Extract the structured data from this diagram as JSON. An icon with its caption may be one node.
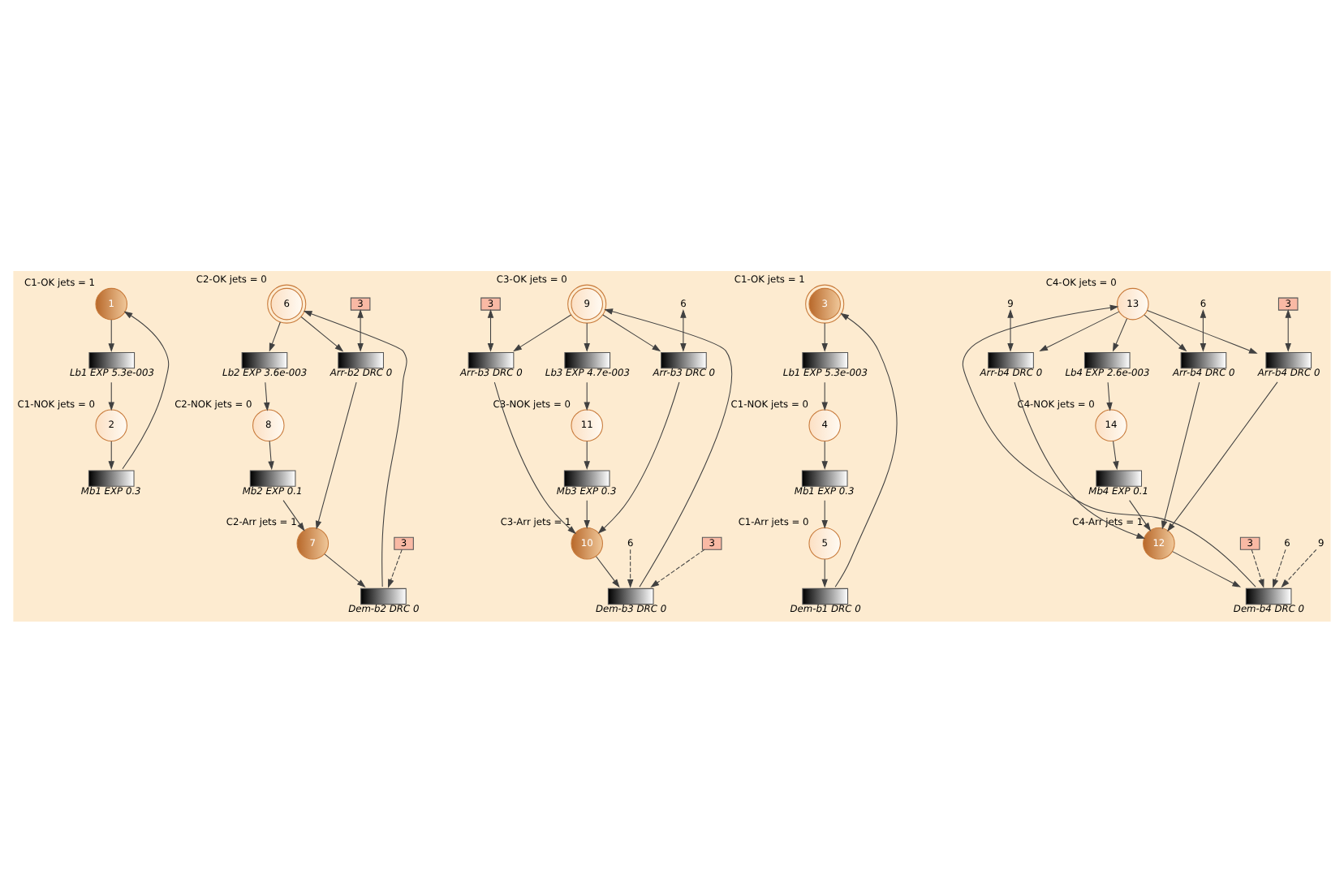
{
  "diagram": {
    "nodes": [
      {
        "text": [
          "Lb1 EXP 5.3e-003"
        ]
      },
      {
        "text": [
          "1"
        ],
        "beside": [
          "C1-OK jets = 1"
        ]
      },
      {
        "text": [
          "2"
        ],
        "beside": [
          "C1-NOK jets = 0"
        ]
      },
      {
        "text": [
          "Mb1 EXP 0.3"
        ]
      },
      {
        "text": [
          "Lb2 EXP 3.6e-003"
        ]
      },
      {
        "text": [
          "6"
        ],
        "beside": [
          "C2-OK jets = 0"
        ]
      },
      {
        "text": [
          "8"
        ],
        "beside": [
          "C2-NOK jets = 0"
        ]
      },
      {
        "text": [
          "3"
        ]
      },
      {
        "text": [
          "Dem-b2 DRC 0"
        ]
      },
      {
        "text": [
          "3"
        ]
      },
      {
        "text": [
          "Mb2 EXP 0.1"
        ]
      },
      {
        "text": [
          "Arr-b2 DRC 0"
        ]
      },
      {
        "text": [
          "7"
        ],
        "beside": [
          "C2-Arr jets = 1"
        ]
      },
      {
        "text": [
          "Lb3 EXP 4.7e-003"
        ]
      },
      {
        "text": [
          "9"
        ],
        "beside": [
          "C3-OK jets = 0"
        ]
      },
      {
        "text": [
          "11"
        ],
        "beside": [
          "C3-NOK jets = 0"
        ]
      },
      {
        "text": [
          "3"
        ]
      },
      {
        "text": [
          "Dem-b3 DRC 0"
        ]
      },
      {
        "text": [
          "6"
        ]
      },
      {
        "text": [
          "Mb3 EXP 0.3"
        ]
      },
      {
        "text": [
          "3"
        ]
      },
      {
        "text": [
          "Arr-b3 DRC 0"
        ]
      },
      {
        "text": [
          "6"
        ]
      },
      {
        "text": [
          "Arr-b3 DRC 0"
        ]
      },
      {
        "text": [
          "10"
        ],
        "beside": [
          "C3-Arr jets = 1"
        ]
      },
      {
        "text": [
          "Lb1 EXP 5.3e-003"
        ]
      },
      {
        "text": [
          "3"
        ],
        "beside": [
          "C1-OK jets = 1"
        ]
      },
      {
        "text": [
          "4"
        ],
        "beside": [
          "C1-NOK jets = 0"
        ]
      },
      {
        "text": [
          "Dem-b1 DRC 0"
        ]
      },
      {
        "text": [
          "Mb1 EXP 0.3"
        ]
      },
      {
        "text": [
          "5"
        ],
        "beside": [
          "C1-Arr jets = 0"
        ]
      },
      {
        "text": [
          "Lb4 EXP 2.6e-003"
        ]
      },
      {
        "text": [
          "13"
        ],
        "beside": [
          "C4-OK jets = 0"
        ]
      },
      {
        "text": [
          "14"
        ],
        "beside": [
          "C4-NOK jets = 0"
        ]
      },
      {
        "text": [
          "3"
        ]
      },
      {
        "text": [
          "Dem-b4 DRC 0"
        ]
      },
      {
        "text": [
          "6"
        ]
      },
      {
        "text": [
          "9"
        ]
      },
      {
        "text": [
          "Mb4 EXP 0.1"
        ]
      },
      {
        "text": [
          "9"
        ]
      },
      {
        "text": [
          "6"
        ]
      },
      {
        "text": [
          "Arr-b4 DRC 0"
        ]
      },
      {
        "text": [
          "Arr-b4 DRC 0"
        ]
      },
      {
        "text": [
          "3"
        ]
      },
      {
        "text": [
          "Arr-b4 DRC 0"
        ]
      },
      {
        "text": [
          "12"
        ],
        "beside": [
          "C4-Arr jets = 1"
        ]
      }
    ],
    "edges": [
      {
        "from": 1,
        "to": 0,
        "arrow": "to"
      },
      {
        "from": 0,
        "to": 2,
        "arrow": "to"
      },
      {
        "from": 2,
        "to": 3,
        "arrow": "to"
      },
      {
        "from": 3,
        "to": 1,
        "arrow": "to"
      },
      {
        "from": 5,
        "to": 4,
        "arrow": "to"
      },
      {
        "from": 4,
        "to": 6,
        "arrow": "to"
      },
      {
        "from": 6,
        "to": 10,
        "arrow": "to"
      },
      {
        "from": 10,
        "to": 12,
        "arrow": "to"
      },
      {
        "from": 5,
        "to": 11,
        "arrow": "to"
      },
      {
        "from": 7,
        "to": 11,
        "arrow": "both"
      },
      {
        "from": 11,
        "to": 12,
        "arrow": "to"
      },
      {
        "from": 12,
        "to": 8,
        "arrow": "to"
      },
      {
        "from": 8,
        "to": 5,
        "arrow": "to"
      },
      {
        "from": 9,
        "to": 8,
        "arrow": "to",
        "style": "dashed"
      },
      {
        "from": 14,
        "to": 13,
        "arrow": "to"
      },
      {
        "from": 13,
        "to": 15,
        "arrow": "to"
      },
      {
        "from": 15,
        "to": 19,
        "arrow": "to"
      },
      {
        "from": 19,
        "to": 24,
        "arrow": "to"
      },
      {
        "from": 16,
        "to": 17,
        "arrow": "to",
        "style": "dashed"
      },
      {
        "from": 18,
        "to": 17,
        "arrow": "to",
        "style": "dashed"
      },
      {
        "from": 17,
        "to": 14,
        "arrow": "to"
      },
      {
        "from": 24,
        "to": 17,
        "arrow": "to"
      },
      {
        "from": 14,
        "to": 21,
        "arrow": "to"
      },
      {
        "from": 20,
        "to": 21,
        "arrow": "both"
      },
      {
        "from": 21,
        "to": 24,
        "arrow": "to"
      },
      {
        "from": 14,
        "to": 23,
        "arrow": "to"
      },
      {
        "from": 22,
        "to": 23,
        "arrow": "both"
      },
      {
        "from": 23,
        "to": 24,
        "arrow": "to"
      },
      {
        "from": 26,
        "to": 25,
        "arrow": "to"
      },
      {
        "from": 25,
        "to": 27,
        "arrow": "to"
      },
      {
        "from": 27,
        "to": 29,
        "arrow": "to"
      },
      {
        "from": 29,
        "to": 30,
        "arrow": "to"
      },
      {
        "from": 30,
        "to": 28,
        "arrow": "to"
      },
      {
        "from": 28,
        "to": 26,
        "arrow": "to"
      },
      {
        "from": 32,
        "to": 31,
        "arrow": "to"
      },
      {
        "from": 31,
        "to": 33,
        "arrow": "to"
      },
      {
        "from": 33,
        "to": 38,
        "arrow": "to"
      },
      {
        "from": 38,
        "to": 45,
        "arrow": "to"
      },
      {
        "from": 34,
        "to": 35,
        "arrow": "to",
        "style": "dashed"
      },
      {
        "from": 36,
        "to": 35,
        "arrow": "to",
        "style": "dashed"
      },
      {
        "from": 37,
        "to": 35,
        "arrow": "to",
        "style": "dashed"
      },
      {
        "from": 35,
        "to": 32,
        "arrow": "to"
      },
      {
        "from": 45,
        "to": 35,
        "arrow": "to"
      },
      {
        "from": 32,
        "to": 41,
        "arrow": "to"
      },
      {
        "from": 39,
        "to": 41,
        "arrow": "both"
      },
      {
        "from": 41,
        "to": 45,
        "arrow": "to"
      },
      {
        "from": 32,
        "to": 42,
        "arrow": "to"
      },
      {
        "from": 40,
        "to": 42,
        "arrow": "both"
      },
      {
        "from": 42,
        "to": 45,
        "arrow": "to"
      },
      {
        "from": 32,
        "to": 44,
        "arrow": "to"
      },
      {
        "from": 43,
        "to": 44,
        "arrow": "both"
      },
      {
        "from": 44,
        "to": 45,
        "arrow": "to"
      }
    ]
  }
}
